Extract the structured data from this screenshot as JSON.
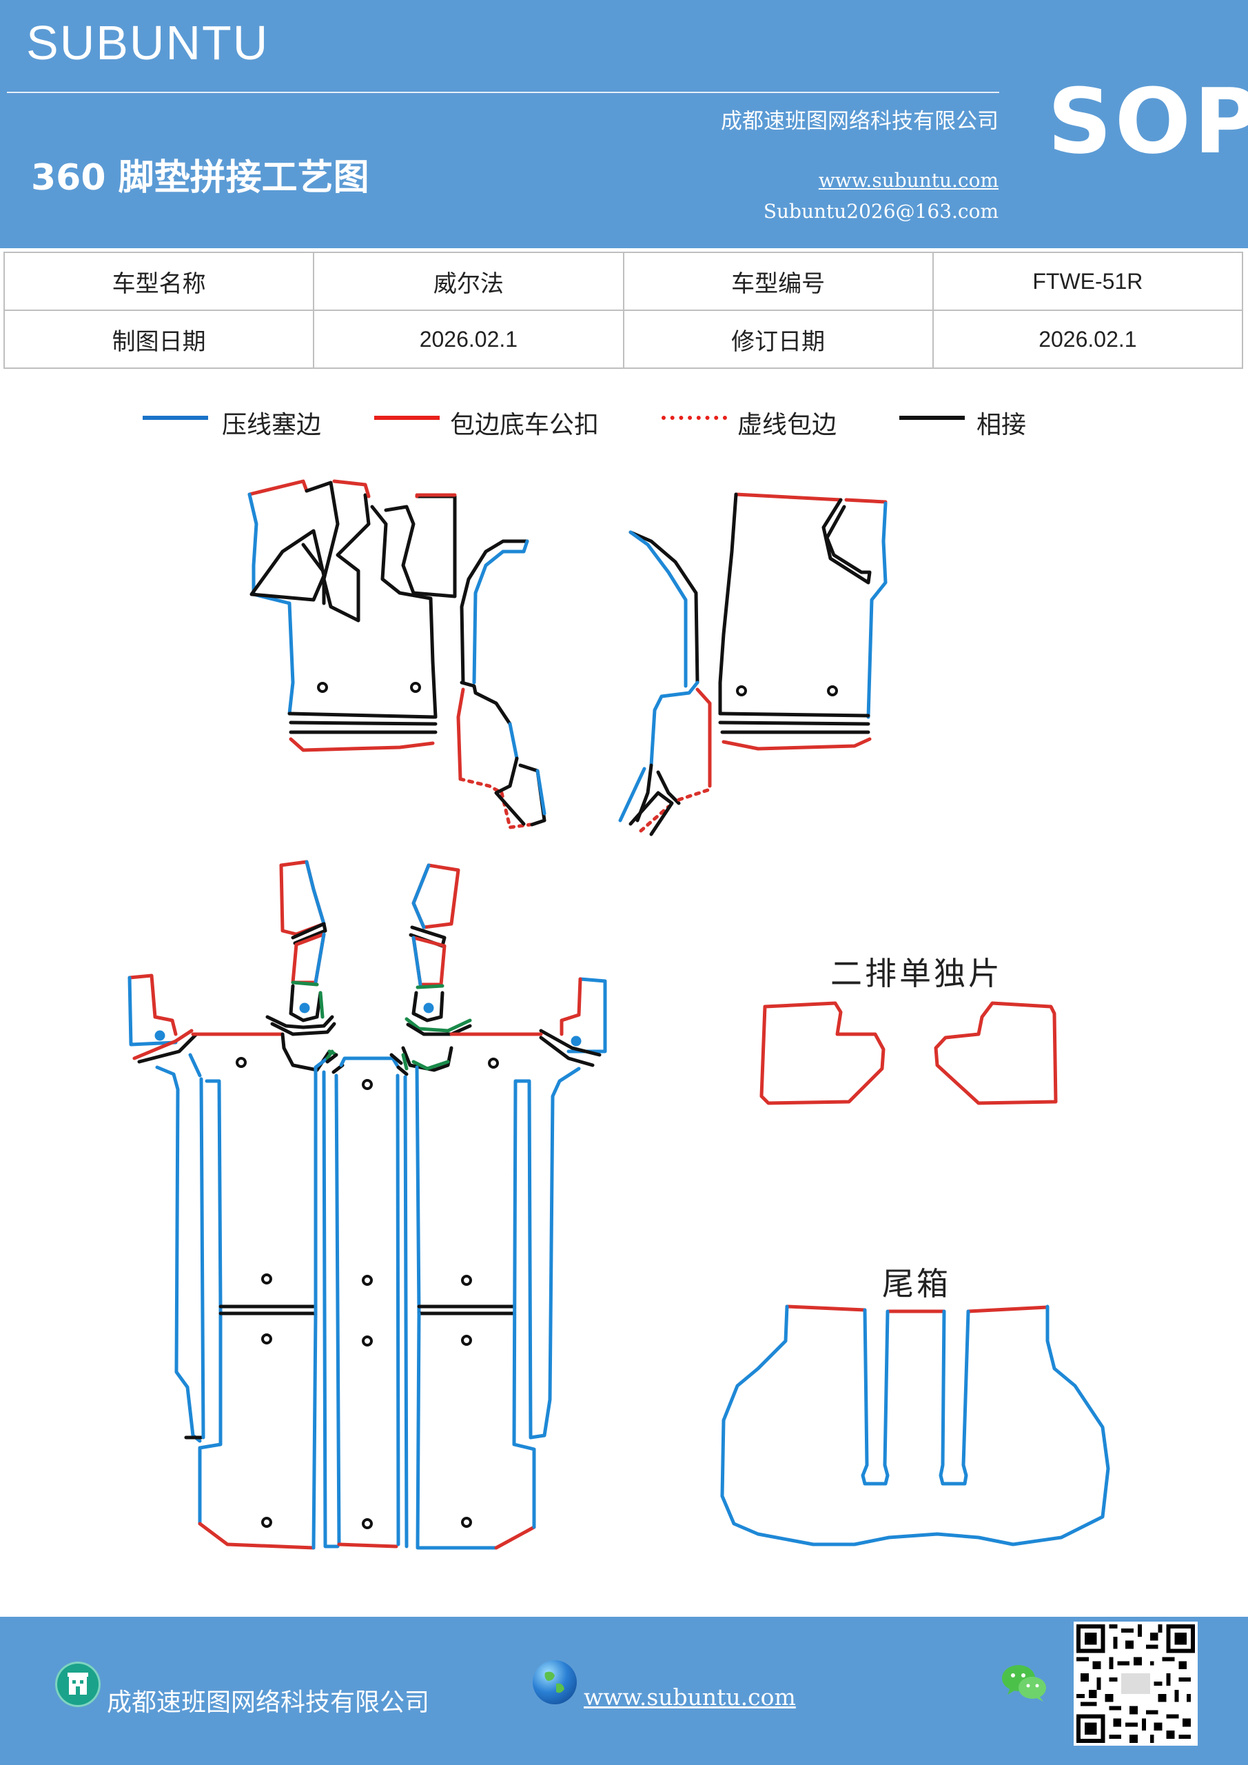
{
  "header": {
    "brand": "SUBUNTU",
    "company": "成都速班图网络科技有限公司",
    "title": "360 脚垫拼接工艺图",
    "website": "www.subuntu.com",
    "email": "Subuntu2026@163.com",
    "badge": "SOP"
  },
  "info": {
    "row1": {
      "label1": "车型名称",
      "value1": "威尔法",
      "label2": "车型编号",
      "value2": "FTWE-51R"
    },
    "row2": {
      "label1": "制图日期",
      "value1": "2026.02.1",
      "label2": "修订日期",
      "value2": "2026.02.1"
    }
  },
  "legend": [
    {
      "label": "压线塞边",
      "color": "#1a73c8",
      "style": "solid"
    },
    {
      "label": "包边底车公扣",
      "color": "#e8201a",
      "style": "solid"
    },
    {
      "label": "虚线包边",
      "color": "#e8201a",
      "style": "dotted"
    },
    {
      "label": "相接",
      "color": "#111111",
      "style": "solid"
    }
  ],
  "colors": {
    "blue": "#1e88d6",
    "red": "#d9312b",
    "black": "#111111",
    "green": "#1a8a4a",
    "header": "#5b9bd5"
  },
  "sections": {
    "second_row": "二排单独片",
    "trunk": "尾箱"
  },
  "footer": {
    "company": "成都速班图网络科技有限公司",
    "website": "www.subuntu.com"
  },
  "icons": [
    "building-icon",
    "globe-icon",
    "wechat-icon",
    "qr-code"
  ]
}
